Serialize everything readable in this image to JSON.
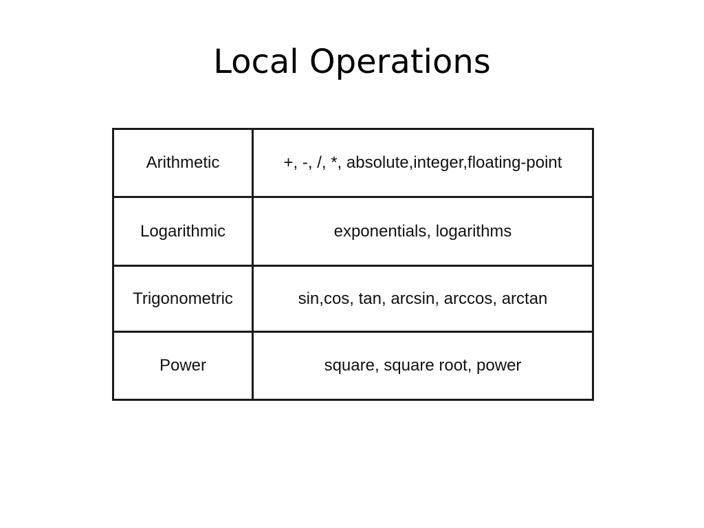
{
  "slide": {
    "title": "Local Operations"
  },
  "table": {
    "rows": [
      {
        "category": "Arithmetic",
        "operations": "+, -, /, *, absolute,integer,floating-point"
      },
      {
        "category": "Logarithmic",
        "operations": "exponentials, logarithms"
      },
      {
        "category": "Trigonometric",
        "operations": "sin,cos, tan, arcsin, arccos, arctan"
      },
      {
        "category": "Power",
        "operations": "square, square root, power"
      }
    ]
  }
}
